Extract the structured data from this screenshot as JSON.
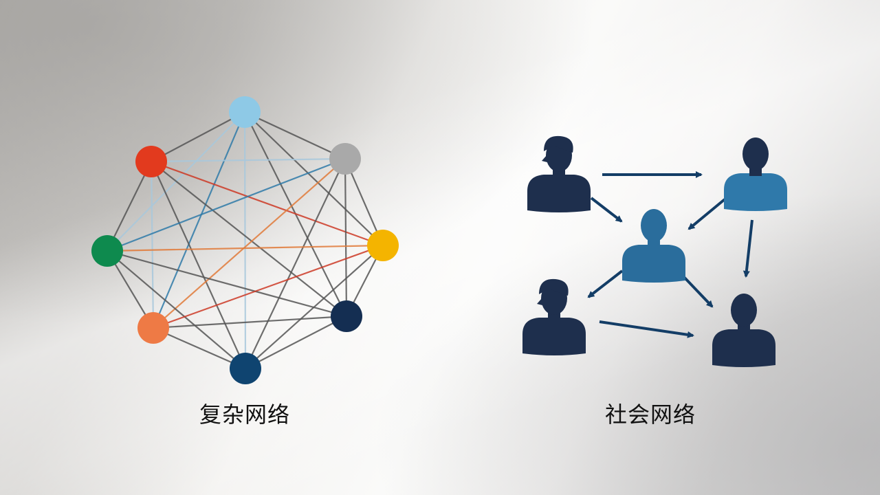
{
  "complex_network": {
    "caption": "复杂网络",
    "nodes": [
      {
        "id": "top",
        "color": "#8ec9e6"
      },
      {
        "id": "upper-left",
        "color": "#e23a1e"
      },
      {
        "id": "upper-right",
        "color": "#a9a9a9"
      },
      {
        "id": "left",
        "color": "#0e8a4e"
      },
      {
        "id": "right",
        "color": "#f4b400"
      },
      {
        "id": "lower-left",
        "color": "#ee7a45"
      },
      {
        "id": "lower-right",
        "color": "#142e52"
      },
      {
        "id": "bottom",
        "color": "#0f4470"
      }
    ],
    "edge_colors": {
      "default": "#555555",
      "light": "#a8c8dc",
      "red": "#cc3a26",
      "orange": "#e07a3a",
      "blue": "#2f7aa8"
    }
  },
  "social_network": {
    "caption": "社会网络",
    "people": [
      {
        "id": "person-top-left",
        "color": "#1e2f4d",
        "hair": true
      },
      {
        "id": "person-top-right",
        "color": "#2f79aa",
        "head_color": "#1e2f4d",
        "hair": false
      },
      {
        "id": "person-center",
        "color": "#2a6d9c",
        "hair": false
      },
      {
        "id": "person-bottom-left",
        "color": "#1e2f4d",
        "hair": true
      },
      {
        "id": "person-bottom-right",
        "color": "#1e2f4d",
        "hair": false
      }
    ],
    "arrow_color": "#133d66",
    "links": [
      {
        "from": "person-top-left",
        "to": "person-top-right"
      },
      {
        "from": "person-top-left",
        "to": "person-center"
      },
      {
        "from": "person-top-right",
        "to": "person-center"
      },
      {
        "from": "person-top-right",
        "to": "person-bottom-right"
      },
      {
        "from": "person-center",
        "to": "person-bottom-left"
      },
      {
        "from": "person-center",
        "to": "person-bottom-right"
      },
      {
        "from": "person-bottom-left",
        "to": "person-bottom-right"
      }
    ]
  }
}
